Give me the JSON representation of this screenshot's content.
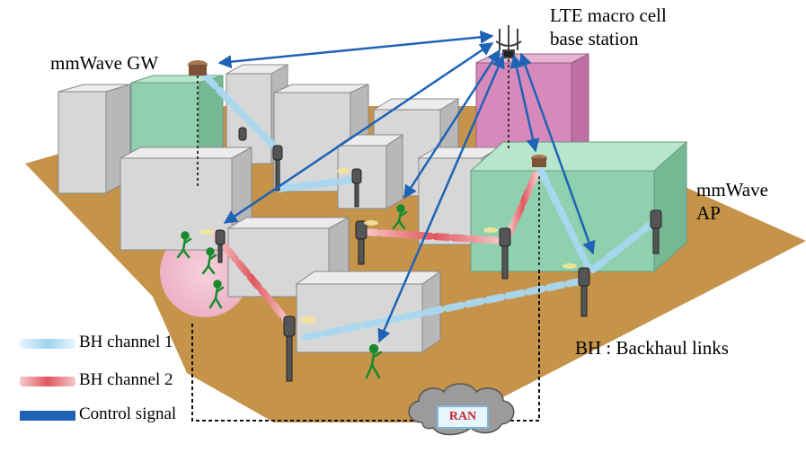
{
  "labels": {
    "gateway": "mmWave GW",
    "lte_line1": "LTE macro cell",
    "lte_line2": "base station",
    "ap_line1": "mmWave",
    "ap_line2": "AP",
    "bh_note": "BH : Backhaul links",
    "ran": "RAN"
  },
  "legend": [
    {
      "key": "bh1",
      "label": "BH channel  1",
      "color": "#9fd3ee"
    },
    {
      "key": "bh2",
      "label": "BH channel  2",
      "color": "#e0575e"
    },
    {
      "key": "ctrl",
      "label": "Control signal",
      "color": "#1f63b5"
    }
  ],
  "colors": {
    "ground": "#c59349",
    "building_gray": "#d7d7d7",
    "building_green": "#8fd0ae",
    "building_pink": "#d689ba",
    "control_arrow": "#1f63b5",
    "user": "#1b8a2e"
  }
}
